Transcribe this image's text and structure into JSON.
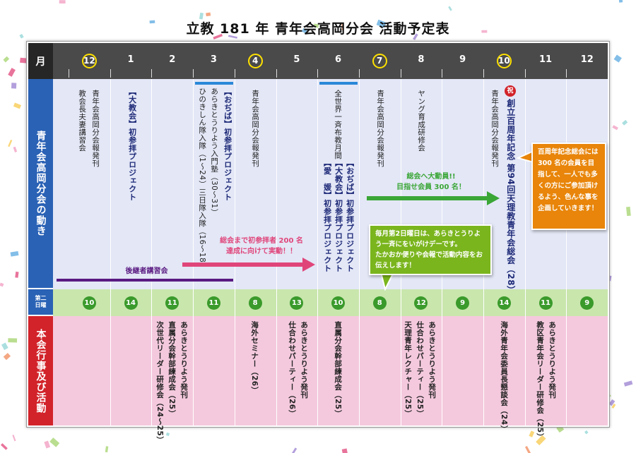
{
  "title": "立教 181 年 青年会高岡分会 活動予定表",
  "header_label": "月",
  "months": [
    {
      "label": "12",
      "circled": true
    },
    {
      "label": "1",
      "circled": false
    },
    {
      "label": "2",
      "circled": false
    },
    {
      "label": "3",
      "circled": false
    },
    {
      "label": "4",
      "circled": true
    },
    {
      "label": "5",
      "circled": false
    },
    {
      "label": "6",
      "circled": false
    },
    {
      "label": "7",
      "circled": true
    },
    {
      "label": "8",
      "circled": false
    },
    {
      "label": "9",
      "circled": false
    },
    {
      "label": "10",
      "circled": true
    },
    {
      "label": "11",
      "circled": false
    },
    {
      "label": "12",
      "circled": false
    }
  ],
  "row_labels": {
    "branch": "青年会高岡分会の動き",
    "second_sunday": "第二日曜",
    "main": "本会行事及び活動"
  },
  "branch": {
    "m12_a": "青年会高岡分会報発刊",
    "m12_b": "教会長夫妻講習会",
    "m1": "【大教会】初参拝プロジェクト",
    "m3_a": "【おぢば】初参拝プロジェクト",
    "m3_b": "あらきとうりよう入門塾（30～31）",
    "m3_c": "ひのきしん隊入隊（1～24）三日隊入隊（16～18）",
    "m4": "青年会高岡分会報発刊",
    "m6_a": "全世界一斉布教月間",
    "m6_b": "【おぢば】初参拝プロジェクト",
    "m6_c": "【大教会】初参拝プロジェクト",
    "m6_d": "【愛　媛】初参拝プロジェクト",
    "m7": "青年会高岡分会報発刊",
    "m8": "ヤング育成研修会",
    "m10_a": "青年会高岡分会報発刊",
    "m10_badge": "祝",
    "m10_b": "創立百周年記念 第94回天理教青年会総会（28）",
    "successor": "後継者講習会",
    "pink_arrow": [
      "総会まで初参拝者 200 名",
      "達成に向けて実動！！"
    ],
    "green_arrow": [
      "総会へ大動員!!",
      "目指せ会員 300 名！"
    ],
    "green_callout": [
      "毎月第2日曜日は、あらきとうりよう一斉にをいがけデーです。",
      "たかおか便りや会報で活動内容をお伝えします！"
    ],
    "orange_callout": "百周年記念総会には 300 名の会員を目指して、一人でも多くの方にご参加頂けるよう、色んな事を企画していきます！"
  },
  "second_sundays": [
    "10",
    "14",
    "11",
    "11",
    "8",
    "13",
    "10",
    "8",
    "12",
    "9",
    "14",
    "11",
    "9"
  ],
  "main": {
    "m2_a": "あらきとうりよう発刊",
    "m2_b": "直属分会幹部練成会（25）",
    "m2_c": "次世代リーダー研修会（24～25）",
    "m4": "海外セミナー（26）",
    "m5_a": "あらきとうりよう発刊",
    "m5_b": "仕合わせパーティー（26）",
    "m6": "直属分会幹部練成会（25）",
    "m8_a": "あらきとうりよう発刊",
    "m8_b": "仕合わせパーティー（25）",
    "m8_c": "天理青年レクチャー（25）",
    "m10": "海外青年会委員長懇談会（24）",
    "m11_a": "あらきとうりよう発刊",
    "m11_b": "教区青年会リーダー研修会（25）"
  },
  "colors": {
    "header": "#4a4a4a",
    "branch_label": "#2a62b5",
    "main_label": "#d2232a",
    "accent_navy": "#1e2a78",
    "pink": "#e0457a",
    "green": "#3aa636",
    "orange": "#e8850a",
    "callout_green": "#7ab51d"
  }
}
